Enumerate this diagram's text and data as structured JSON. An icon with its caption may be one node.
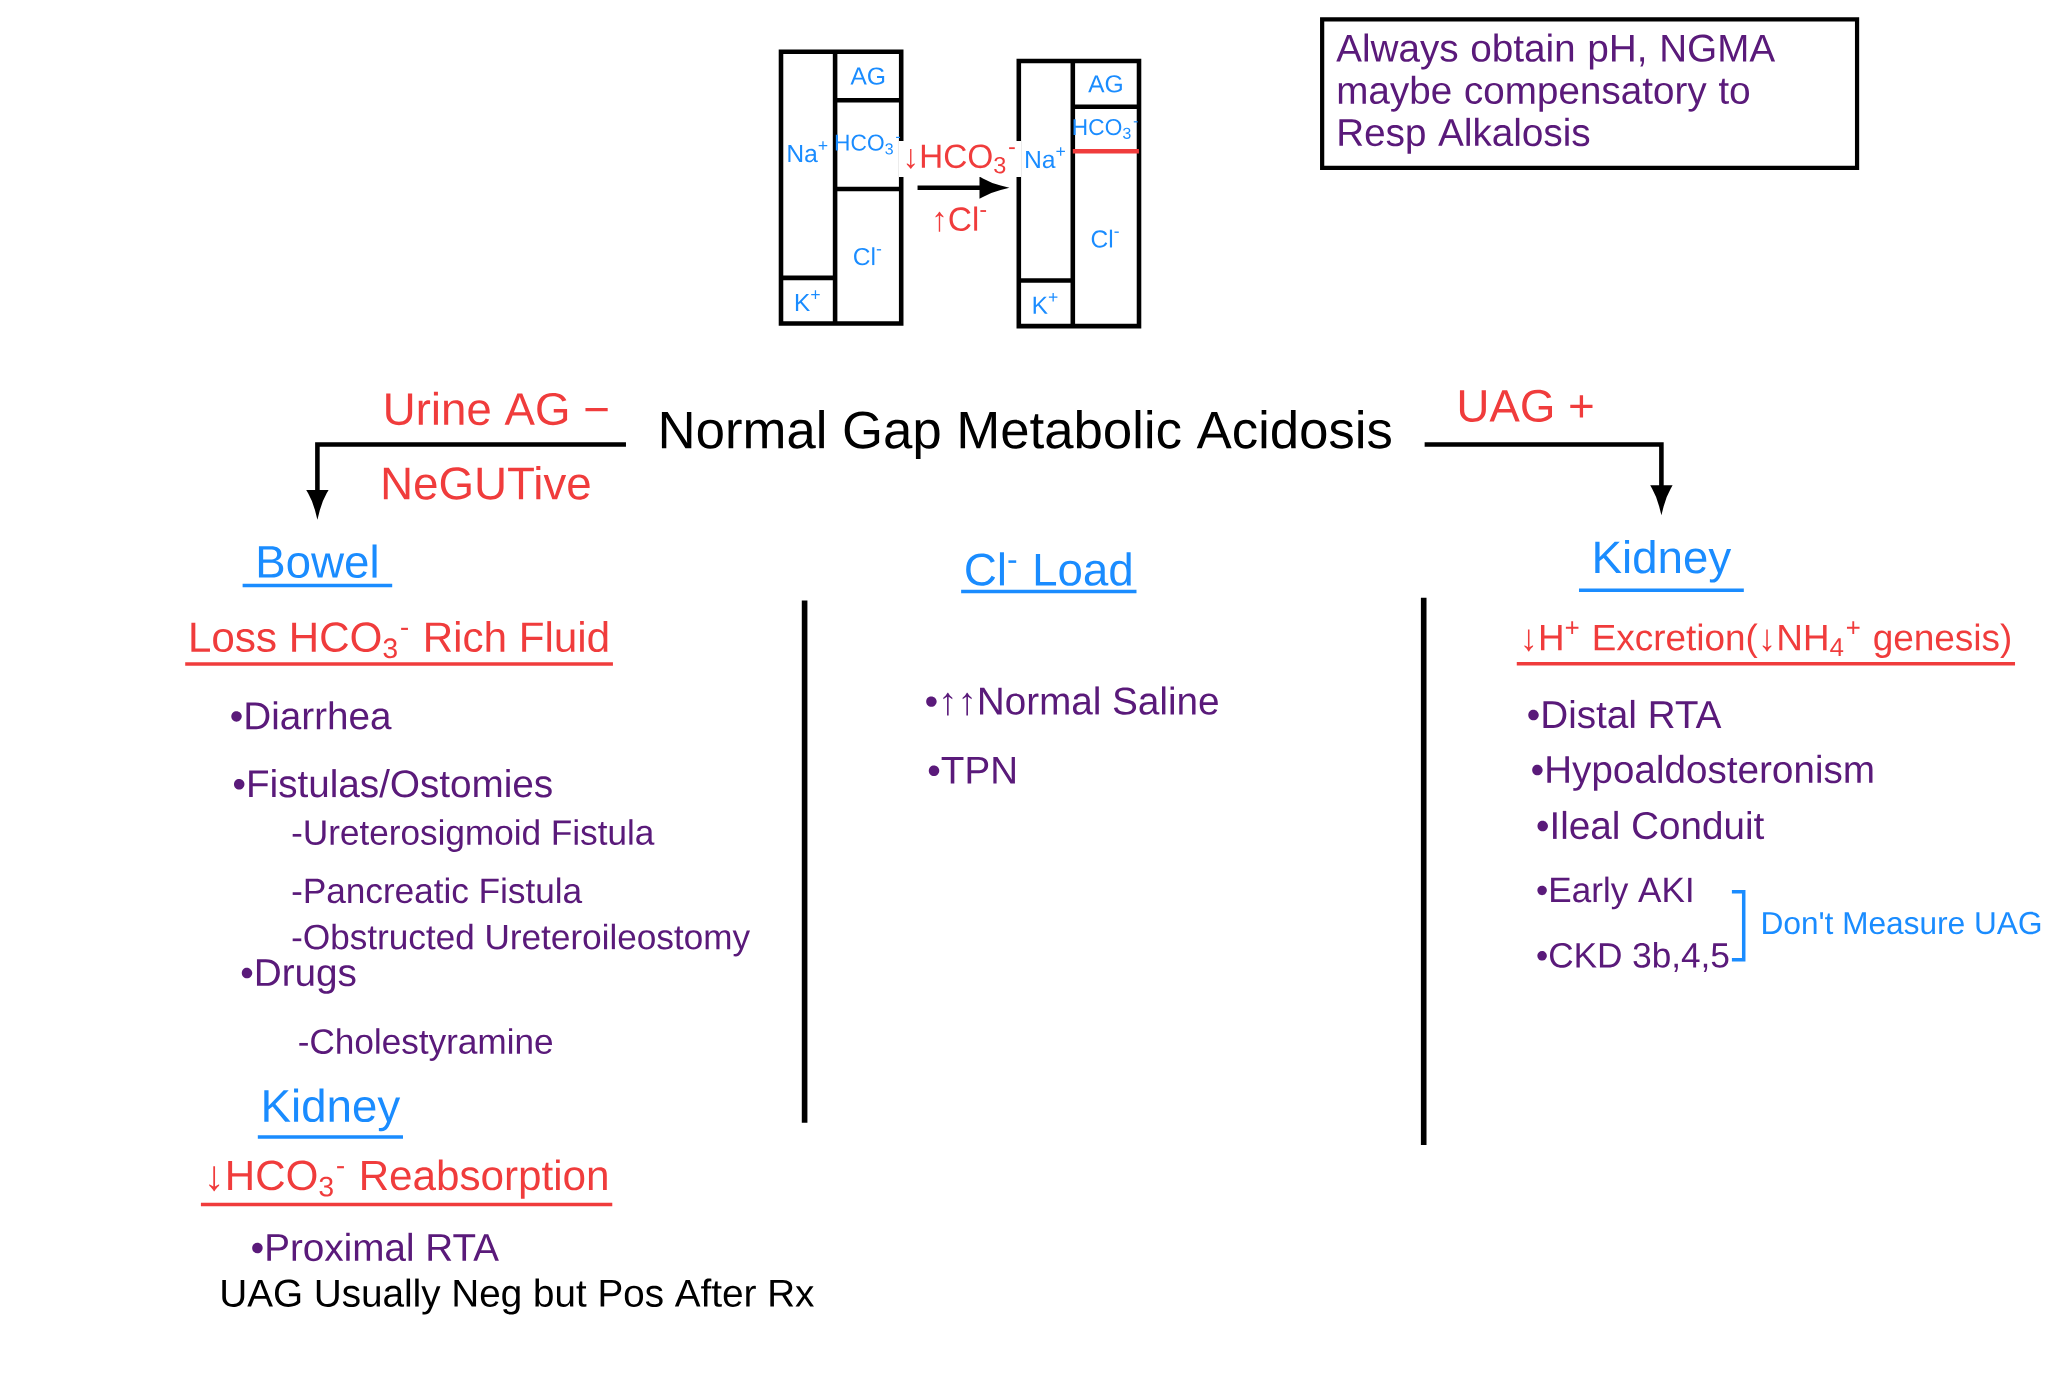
{
  "diagram": {
    "nodes": [
      {
        "text": [
          "Normal Gap Metabolic Acidosis"
        ]
      },
      {
        "text": [
          "Bowel"
        ]
      },
      {
        "text": [
          "Kidney"
        ]
      },
      {
        "text": [
          "AG",
          "Na$^{+}$",
          "HCO$_{3}$$^{-}$",
          "Cl$^{-}$",
          "K$^{+}$"
        ]
      },
      {
        "text": [
          "AG",
          "Na$^{+}$",
          "HCO$_{3}$$^{-}$",
          "Cl$^{-}$",
          "K$^{+}$"
        ]
      },
      {
        "text": [
          "Always obtain pH, NGMA maybe compensatory to Resp Alkalosis"
        ]
      }
    ],
    "edges": [
      {
        "from": 0,
        "to": 1,
        "arrow": "to",
        "label": "Urine AG −"
      },
      {
        "from": 0,
        "to": 2,
        "arrow": "to",
        "label": "UAG +"
      },
      {
        "from": 3,
        "to": 4,
        "arrow": "to",
        "label": "↓HCO$_{3}$$^{-}$"
      }
    ],
    "labels": [
      "NeGUTive",
      "↑Cl$^{-}$",
      "Loss HCO$_{3}$$^{-}$ Rich Fluid",
      "•Diarrhea",
      "•Fistulas/Ostomies",
      "-Ureterosigmoid Fistula",
      "-Pancreatic Fistula",
      "-Obstructed Ureteroileostomy",
      "•Drugs",
      "-Cholestyramine",
      "Kidney",
      "↓HCO$_{3}$$^{-}$ Reabsorption",
      "•Proximal RTA",
      "UAG Usually Neg but Pos After Rx",
      "Cl$^{-}$ Load",
      "•↑↑Normal Saline",
      "•TPN",
      "↓H$^{+}$ Excretion(↓NH$_{4}$$^{+}$ genesis)",
      "•Distal RTA",
      "•Hypoaldosteronism",
      "•Ileal Conduit",
      "•Early AKI",
      "•CKD 3b,4,5",
      "Don't Measure UAG"
    ]
  }
}
